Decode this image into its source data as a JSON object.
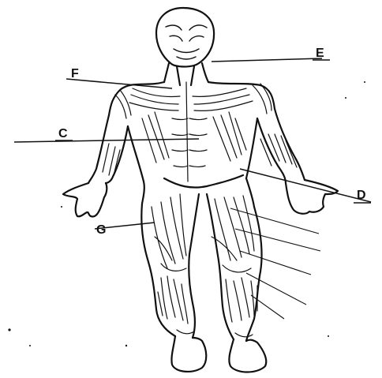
{
  "diagram": {
    "labels": {
      "e": "E",
      "f": "F",
      "c": "C",
      "d": "D",
      "g": "G"
    },
    "colors": {
      "ink": "#111111",
      "paper": "#ffffff"
    }
  }
}
